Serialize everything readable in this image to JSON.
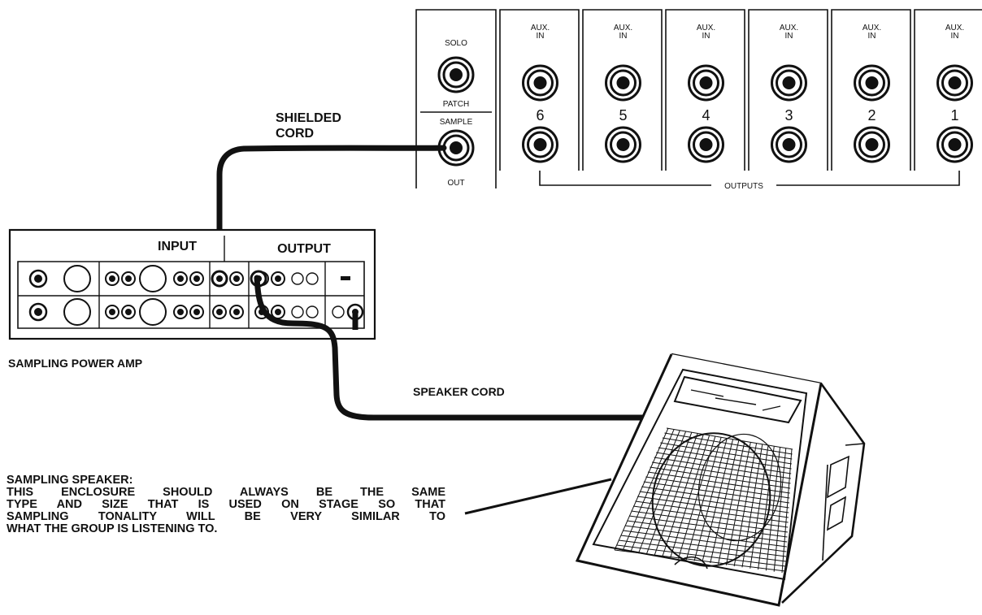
{
  "patch_bay": {
    "solo_label": "SOLO",
    "patch_label": "PATCH",
    "sample_label": "SAMPLE",
    "out_label": "OUT",
    "channels": [
      {
        "aux_label": "AUX.\nIN",
        "number": "6"
      },
      {
        "aux_label": "AUX.\nIN",
        "number": "5"
      },
      {
        "aux_label": "AUX.\nIN",
        "number": "4"
      },
      {
        "aux_label": "AUX.\nIN",
        "number": "3"
      },
      {
        "aux_label": "AUX.\nIN",
        "number": "2"
      },
      {
        "aux_label": "AUX.\nIN",
        "number": "1"
      }
    ],
    "outputs_label": "OUTPUTS"
  },
  "labels": {
    "shielded_cord": "SHIELDED\nCORD",
    "amp_input": "INPUT",
    "amp_output": "OUTPUT",
    "sampling_power_amp": "SAMPLING POWER AMP",
    "speaker_cord": "SPEAKER CORD"
  },
  "note": {
    "heading": "SAMPLING SPEAKER:",
    "line1": "THIS ENCLOSURE SHOULD ALWAYS BE THE SAME",
    "line2": "TYPE AND SIZE THAT IS USED ON STAGE SO THAT",
    "line3": "SAMPLING TONALITY WILL BE VERY SIMILAR TO",
    "line4": "WHAT THE GROUP IS LISTENING TO."
  }
}
